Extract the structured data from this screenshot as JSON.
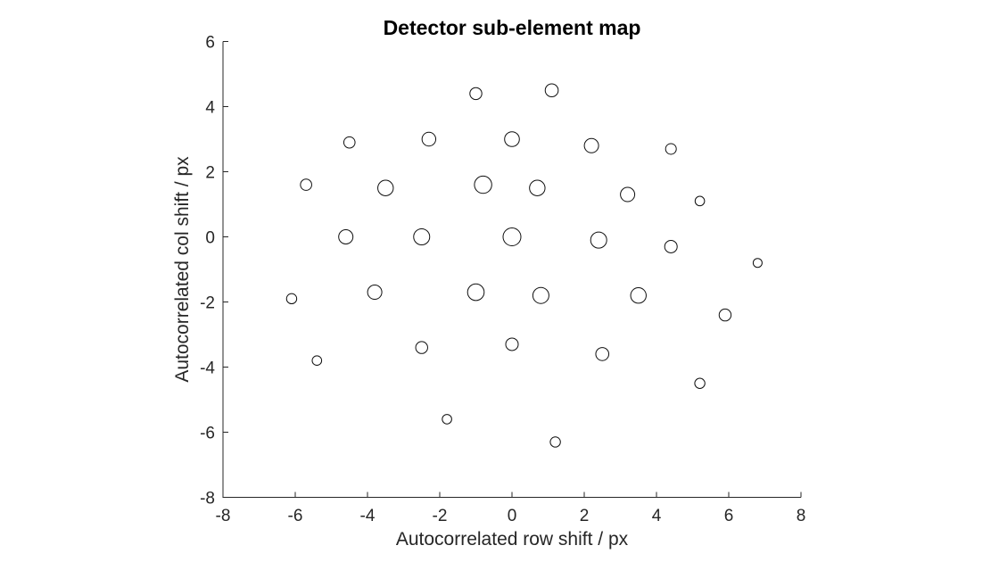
{
  "figure": {
    "background": "#ffffff",
    "axes_color": "#262626",
    "marker_edge_color": "#0f0f0f"
  },
  "chart_data": {
    "type": "scatter",
    "title": "Detector sub-element map",
    "xlabel": "Autocorrelated row shift / px",
    "ylabel": "Autocorrelated col shift / px",
    "xlim": [
      -8,
      8
    ],
    "ylim": [
      -8,
      6
    ],
    "xticks": [
      -8,
      -6,
      -4,
      -2,
      0,
      2,
      4,
      6,
      8
    ],
    "yticks": [
      -8,
      -6,
      -4,
      -2,
      0,
      2,
      4,
      6
    ],
    "grid": false,
    "legend": null,
    "box": false,
    "tick_direction": "in",
    "marker": {
      "shape": "open-circle",
      "fill": "none",
      "edge_color": "#0f0f0f"
    },
    "points": [
      {
        "x": -1.0,
        "y": 4.4,
        "r": 6.7
      },
      {
        "x": 1.1,
        "y": 4.5,
        "r": 7.3
      },
      {
        "x": -4.5,
        "y": 2.9,
        "r": 6.3
      },
      {
        "x": -2.3,
        "y": 3.0,
        "r": 7.7
      },
      {
        "x": 0.0,
        "y": 3.0,
        "r": 8.3
      },
      {
        "x": 2.2,
        "y": 2.8,
        "r": 8.0
      },
      {
        "x": 4.4,
        "y": 2.7,
        "r": 6.0
      },
      {
        "x": -5.7,
        "y": 1.6,
        "r": 6.3
      },
      {
        "x": -3.5,
        "y": 1.5,
        "r": 8.7
      },
      {
        "x": -0.8,
        "y": 1.6,
        "r": 9.7
      },
      {
        "x": 0.7,
        "y": 1.5,
        "r": 8.7
      },
      {
        "x": 3.2,
        "y": 1.3,
        "r": 8.0
      },
      {
        "x": 5.2,
        "y": 1.1,
        "r": 5.3
      },
      {
        "x": -4.6,
        "y": 0.0,
        "r": 8.0
      },
      {
        "x": -2.5,
        "y": 0.0,
        "r": 9.0
      },
      {
        "x": 0.0,
        "y": 0.0,
        "r": 10.0
      },
      {
        "x": 2.4,
        "y": -0.1,
        "r": 9.0
      },
      {
        "x": 4.4,
        "y": -0.3,
        "r": 7.0
      },
      {
        "x": 6.8,
        "y": -0.8,
        "r": 5.0
      },
      {
        "x": -6.1,
        "y": -1.9,
        "r": 5.7
      },
      {
        "x": -3.8,
        "y": -1.7,
        "r": 8.0
      },
      {
        "x": -1.0,
        "y": -1.7,
        "r": 9.3
      },
      {
        "x": 0.8,
        "y": -1.8,
        "r": 9.0
      },
      {
        "x": 3.5,
        "y": -1.8,
        "r": 8.7
      },
      {
        "x": 5.9,
        "y": -2.4,
        "r": 6.7
      },
      {
        "x": -5.4,
        "y": -3.8,
        "r": 5.3
      },
      {
        "x": -2.5,
        "y": -3.4,
        "r": 6.7
      },
      {
        "x": 0.0,
        "y": -3.3,
        "r": 7.0
      },
      {
        "x": 2.5,
        "y": -3.6,
        "r": 7.3
      },
      {
        "x": 5.2,
        "y": -4.5,
        "r": 5.7
      },
      {
        "x": -1.8,
        "y": -5.6,
        "r": 5.3
      },
      {
        "x": 1.2,
        "y": -6.3,
        "r": 5.7
      }
    ]
  }
}
